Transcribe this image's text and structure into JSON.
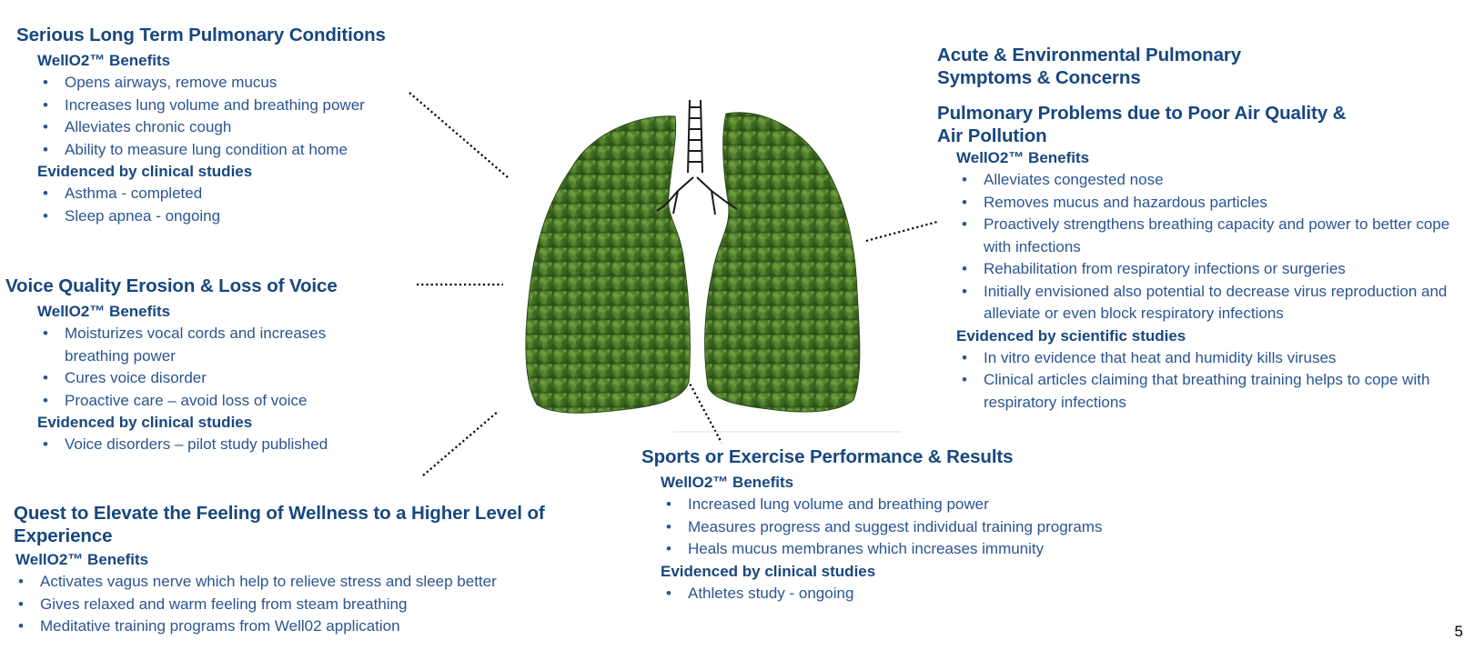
{
  "page_number": "5",
  "sections": {
    "serious": {
      "title": "Serious Long Term Pulmonary Conditions",
      "benefits_heading": "WellO2™ Benefits",
      "benefits": [
        "Opens airways, remove mucus",
        "Increases lung volume and breathing power",
        "Alleviates chronic cough",
        "Ability to measure lung condition at home"
      ],
      "evidence_heading": "Evidenced by clinical studies",
      "evidence": [
        "Asthma  - completed",
        "Sleep apnea - ongoing"
      ]
    },
    "voice": {
      "title": "Voice Quality Erosion & Loss of Voice",
      "benefits_heading": "WellO2™ Benefits",
      "benefits": [
        "Moisturizes vocal cords and increases breathing power",
        "Cures voice disorder",
        "Proactive care – avoid loss of voice"
      ],
      "evidence_heading": "Evidenced by clinical studies",
      "evidence": [
        "Voice disorders – pilot study published"
      ]
    },
    "wellness": {
      "title": "Quest to Elevate the Feeling of Wellness to a Higher Level of Experience",
      "benefits_heading": "WellO2™ Benefits",
      "benefits": [
        "Activates vagus nerve which help to relieve stress and sleep better",
        "Gives relaxed and warm feeling from steam breathing",
        "Meditative training programs from Well02 application"
      ]
    },
    "acute": {
      "title": "Acute & Environmental Pulmonary Symptoms & Concerns",
      "subtitle": "Pulmonary Problems due to Poor Air Quality & Air Pollution",
      "benefits_heading": "WellO2™ Benefits",
      "benefits": [
        "Alleviates congested nose",
        "Removes mucus and hazardous particles",
        "Proactively strengthens breathing capacity and power to better cope with infections",
        "Rehabilitation from respiratory infections or surgeries",
        "Initially envisioned also potential to decrease virus reproduction and alleviate or even block respiratory infections"
      ],
      "evidence_heading": "Evidenced by scientific studies",
      "evidence": [
        "In vitro evidence that heat and humidity kills viruses",
        "Clinical articles claiming that breathing training helps to cope with respiratory infections"
      ]
    },
    "sports": {
      "title": "Sports or Exercise Performance & Results",
      "benefits_heading": "WellO2™ Benefits",
      "benefits": [
        "Increased lung volume and breathing power",
        "Measures progress and suggest individual training programs",
        "Heals mucus membranes which increases immunity"
      ],
      "evidence_heading": "Evidenced by clinical studies",
      "evidence": [
        "Athletes study - ongoing"
      ]
    }
  },
  "colors": {
    "heading": "#17477f",
    "body_text": "#2a5590",
    "lung_green": "#3f6b22",
    "connector": "#000000"
  },
  "image": {
    "icon": "lungs-foliage-image"
  }
}
